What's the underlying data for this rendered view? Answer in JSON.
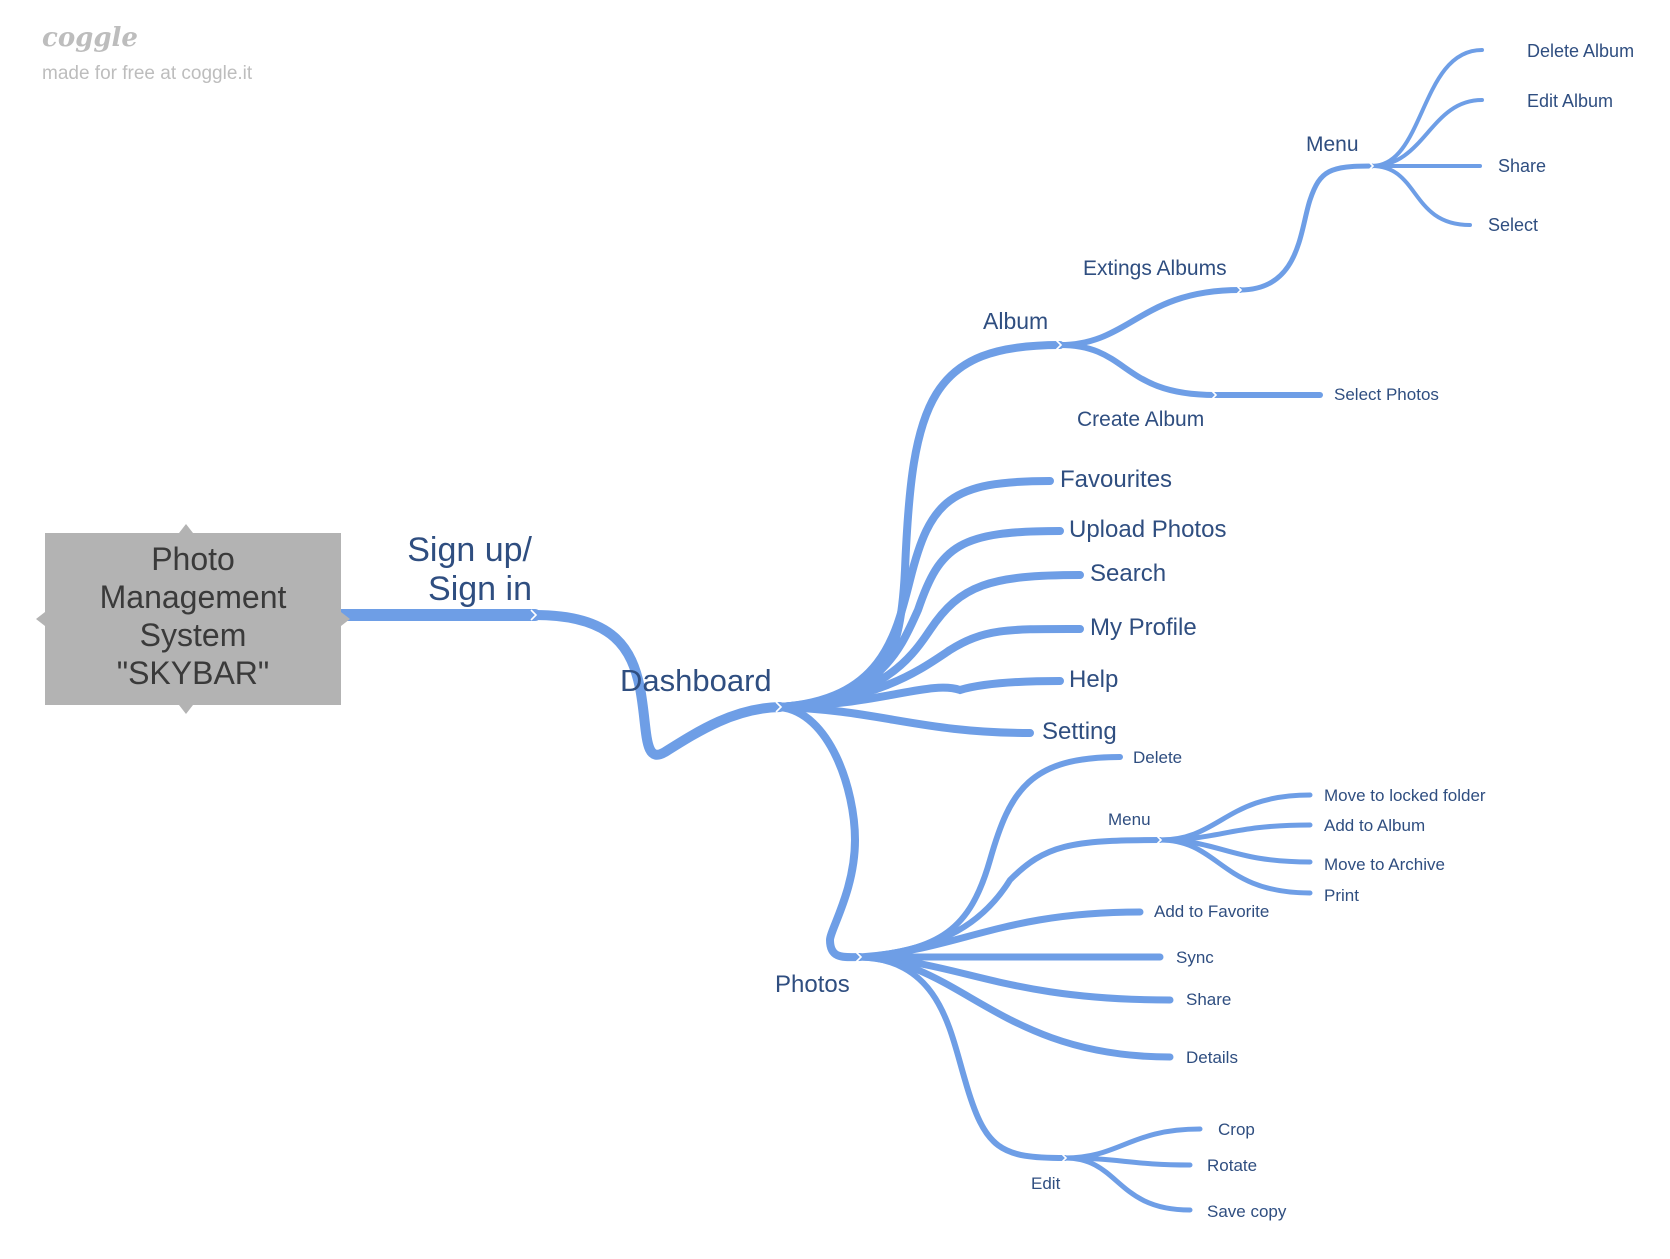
{
  "watermark": {
    "logo": "coggle",
    "tagline": "made for free at coggle.it"
  },
  "colors": {
    "branch": "#6e9ee6",
    "text": "#2f4e80",
    "root_fill": "#b3b3b3",
    "root_text": "#3a3a3a",
    "watermark": "#bdbdbd"
  },
  "root": {
    "lines": [
      "Photo",
      "Management",
      "System",
      "\"SKYBAR\""
    ]
  },
  "nodes": {
    "signup": {
      "lines": [
        "Sign up/",
        "Sign in"
      ]
    },
    "dashboard": "Dashboard",
    "album": "Album",
    "extings_albums": "Extings Albums",
    "album_menu": "Menu",
    "delete_album": "Delete Album",
    "edit_album": "Edit Album",
    "share_album": "Share",
    "select_album": "Select",
    "create_album": "Create Album",
    "select_photos": "Select Photos",
    "favourites": "Favourites",
    "upload_photos": "Upload Photos",
    "search": "Search",
    "my_profile": "My Profile",
    "help": "Help",
    "setting": "Setting",
    "photos": "Photos",
    "photo_delete": "Delete",
    "photo_menu": "Menu",
    "move_locked": "Move to locked folder",
    "add_to_album": "Add to Album",
    "move_archive": "Move to Archive",
    "print": "Print",
    "add_favorite": "Add to Favorite",
    "sync": "Sync",
    "photo_share": "Share",
    "details": "Details",
    "edit": "Edit",
    "crop": "Crop",
    "rotate": "Rotate",
    "save_copy": "Save copy"
  }
}
